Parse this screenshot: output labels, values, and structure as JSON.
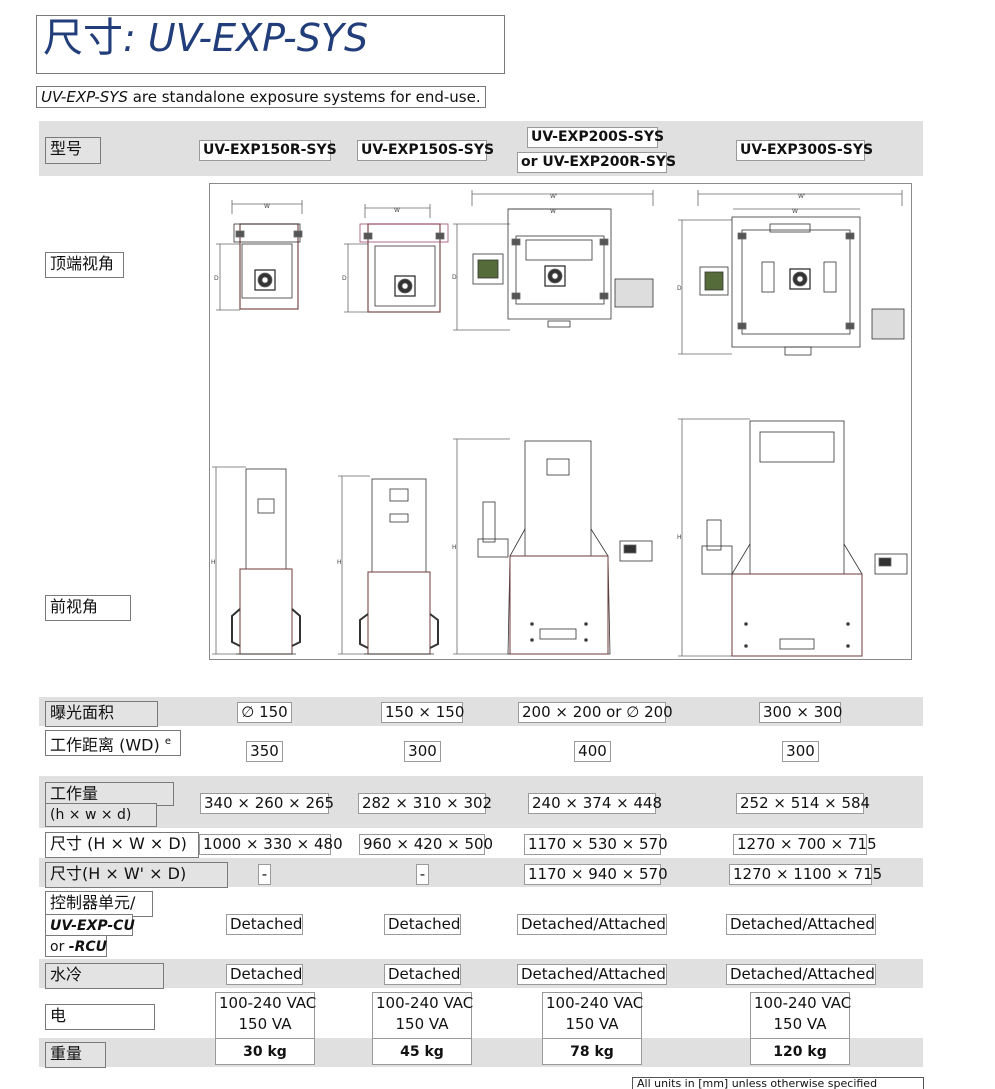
{
  "title": {
    "zh": "尺寸",
    "sep": ": ",
    "en": "UV-EXP-SYS"
  },
  "subtitle": {
    "em": "UV-EXP-SYS",
    "rest": " are standalone exposure systems for end-use."
  },
  "header": {
    "label": "型号",
    "models": [
      "UV-EXP150R-SYS",
      "UV-EXP150S-SYS",
      "UV-EXP200S-SYS",
      "or UV-EXP200R-SYS",
      "UV-EXP300S-SYS"
    ]
  },
  "views": {
    "top": "顶端视角",
    "front": "前视角"
  },
  "dim_letters": {
    "w": "W",
    "wp": "W'",
    "d": "D",
    "h": "H"
  },
  "rows": {
    "exposure": {
      "label": "曝光面积",
      "values": [
        "∅ 150",
        "150 × 150",
        "200 × 200 or ∅ 200",
        "300 × 300"
      ]
    },
    "wd": {
      "label": "工作距离 (WD)",
      "sup": "e",
      "values": [
        "350",
        "300",
        "400",
        "300"
      ]
    },
    "volume": {
      "label1": "工作量",
      "label2": "(h × w × d)",
      "values": [
        "340 × 260 × 265",
        "282 × 310 × 302",
        "240 × 374 × 448",
        "252 × 514 × 584"
      ]
    },
    "size": {
      "label": "尺寸 (H × W × D)",
      "values": [
        "1000 × 330 × 480",
        "960 × 420 × 500",
        "1170 × 530 × 570",
        "1270 × 700 × 715"
      ]
    },
    "size2": {
      "label": "尺寸(H × W' × D)",
      "values": [
        "-",
        "-",
        "1170 × 940 × 570",
        "1270 × 1100 × 715"
      ]
    },
    "controller": {
      "label1": "控制器单元/",
      "label2": "UV-EXP-CU",
      "label3a": "or ",
      "label3b": "-RCU",
      "values": [
        "Detached",
        "Detached",
        "Detached/Attached",
        "Detached/Attached"
      ]
    },
    "cooling": {
      "label": "水冷",
      "values": [
        "Detached",
        "Detached",
        "Detached/Attached",
        "Detached/Attached"
      ]
    },
    "power": {
      "label": "电",
      "values": [
        "100-240 VAC",
        "150 VA",
        "100-240 VAC",
        "150 VA",
        "100-240 VAC",
        "150 VA",
        "100-240 VAC",
        "150 VA"
      ]
    },
    "weight": {
      "label": "重量",
      "values": [
        "30 kg",
        "45 kg",
        "78 kg",
        "120 kg"
      ]
    }
  },
  "footnote": "All units in [mm] unless otherwise specified"
}
